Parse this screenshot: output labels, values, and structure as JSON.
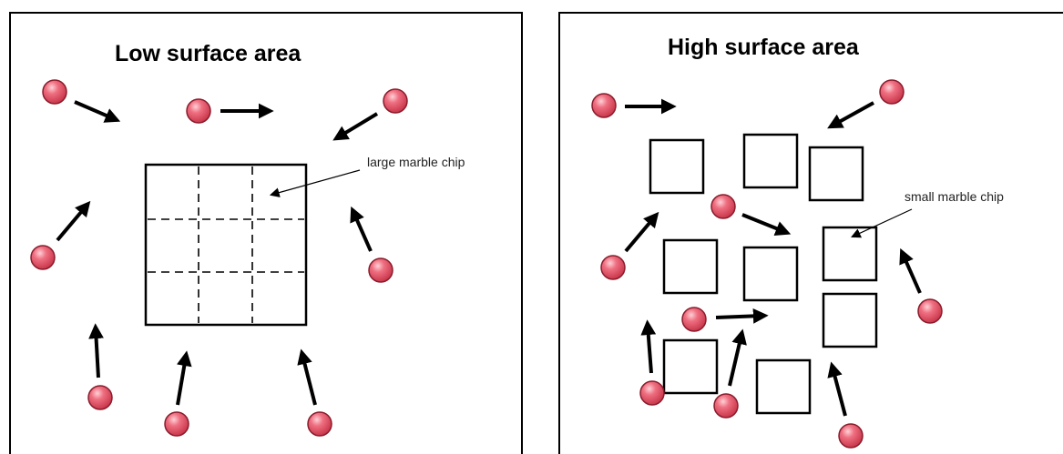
{
  "panels": {
    "left": {
      "title": "Low surface area",
      "callout": "large marble chip"
    },
    "right": {
      "title": "High surface area",
      "callout": "small marble chip"
    }
  },
  "colors": {
    "particle_fill": "#e14a5e",
    "particle_stroke": "#7a1a26",
    "particle_highlight": "#ffd0d6",
    "line": "#000000"
  }
}
